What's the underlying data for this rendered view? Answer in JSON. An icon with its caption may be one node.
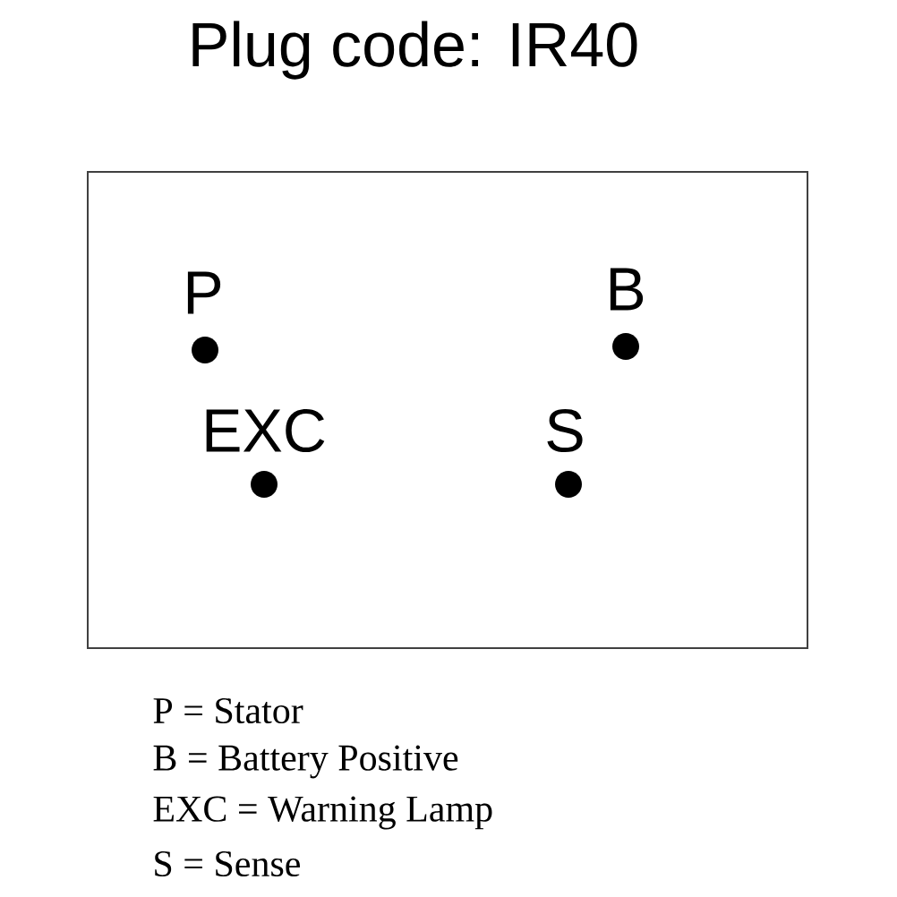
{
  "diagram": {
    "title": "Plug code: IR40",
    "nodes": [
      {
        "text": [],
        "shape": "box"
      },
      {
        "text": [],
        "shape": "circle",
        "beside": [
          "P"
        ],
        "in": 0
      },
      {
        "text": [],
        "shape": "circle",
        "beside": [
          "B"
        ],
        "in": 0
      },
      {
        "text": [],
        "shape": "circle",
        "beside": [
          "EXC"
        ],
        "in": 0
      },
      {
        "text": [],
        "shape": "circle",
        "beside": [
          "S"
        ],
        "in": 0
      }
    ],
    "labels": [
      "P = Stator",
      "B = Battery Positive",
      "EXC = Warning Lamp",
      "S = Sense"
    ]
  }
}
